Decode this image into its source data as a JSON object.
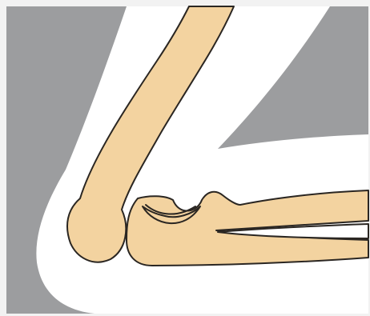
{
  "illustration": {
    "subject": "elbow joint",
    "parts": [
      "upper-arm-bone",
      "forearm-bone-upper",
      "forearm-bone-lower",
      "arm-silhouette",
      "background"
    ],
    "colors": {
      "background": "#9c9d9f",
      "arm_silhouette": "#ffffff",
      "bone": "#f3d3a0",
      "outline": "#2a2622",
      "scan_border": "#e9e9e9"
    }
  }
}
